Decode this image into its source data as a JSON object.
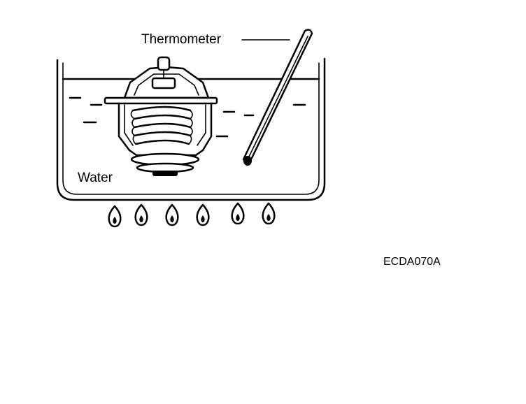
{
  "labels": {
    "thermometer": "Thermometer",
    "water": "Water",
    "figure_code": "ECDA070A"
  },
  "colors": {
    "line": "#000000",
    "background": "#ffffff"
  },
  "icons": [
    "container-icon",
    "thermostat-icon",
    "thermometer-icon",
    "flame-icon"
  ]
}
